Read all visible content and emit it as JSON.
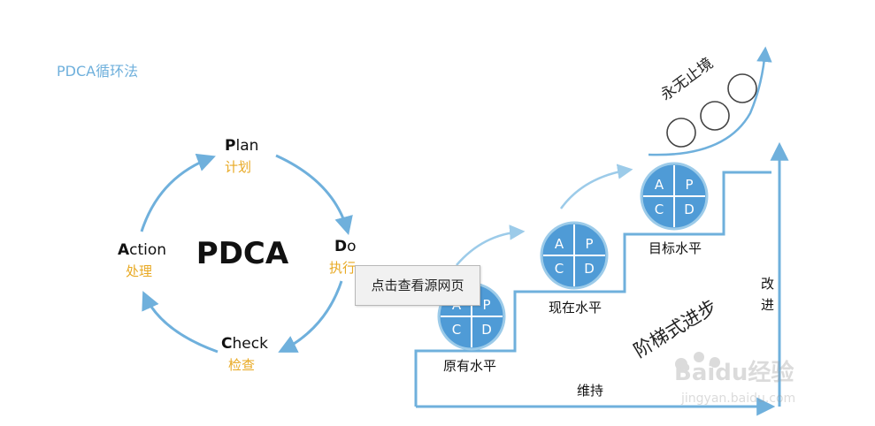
{
  "title": "PDCA循环法",
  "cycle": {
    "center": "PDCA",
    "plan": {
      "initial": "P",
      "rest": "lan",
      "cn": "计划"
    },
    "do": {
      "initial": "D",
      "rest": "o",
      "cn": "执行"
    },
    "check": {
      "initial": "C",
      "rest": "heck",
      "cn": "检查"
    },
    "action": {
      "initial": "A",
      "rest": "ction",
      "cn": "处理"
    }
  },
  "wheels": {
    "a": "A",
    "p": "P",
    "c": "C",
    "d": "D"
  },
  "levels": {
    "original": "原有水平",
    "current": "现在水平",
    "target": "目标水平"
  },
  "never_ending": "永无止境",
  "stairs_title": "阶梯式进步",
  "improve": [
    "改",
    "进"
  ],
  "maintain": "维持",
  "tooltip": "点击查看源网页",
  "watermark": {
    "brand": "Baidu经验",
    "url": "jingyan.baidu.com"
  },
  "colors": {
    "blue": "#6fb0dc",
    "wheel_fill": "#4f9bd6",
    "cn_label": "#e8a923",
    "title": "#6fb0dc"
  }
}
